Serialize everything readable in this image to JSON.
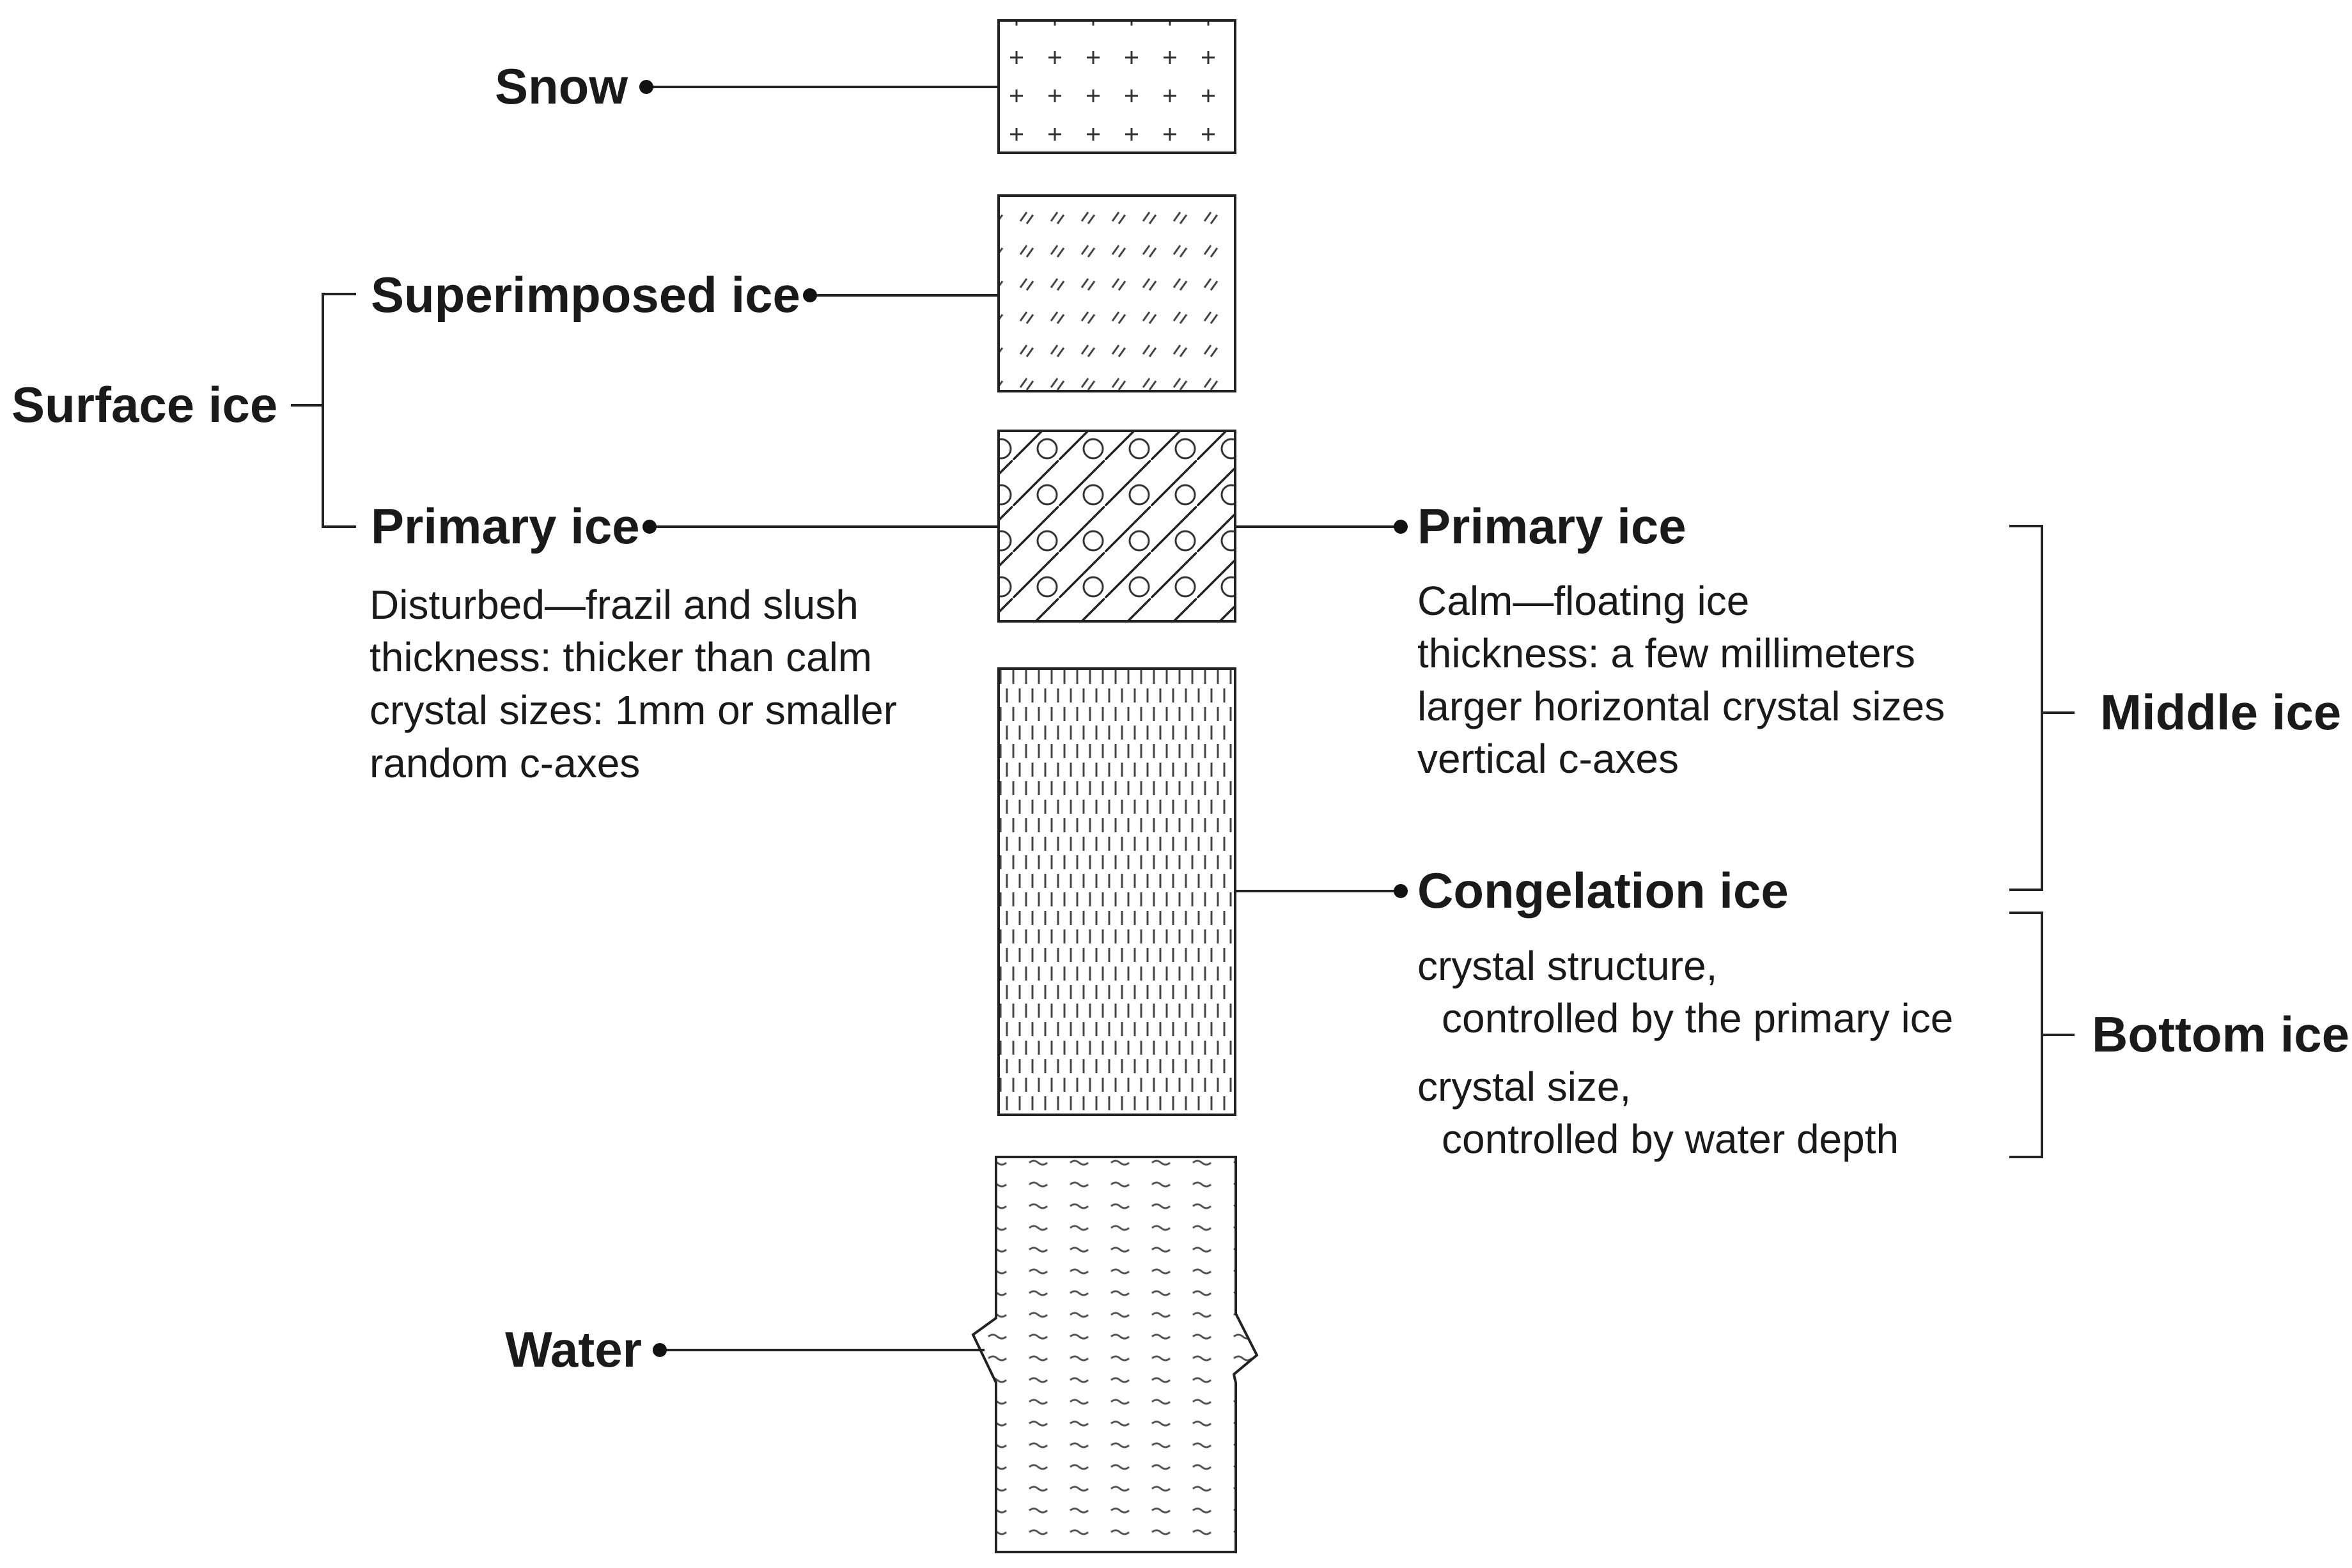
{
  "layers": {
    "snow": {
      "label": "Snow"
    },
    "superimposed": {
      "label": "Superimposed ice"
    },
    "primary_disturbed": {
      "label": "Primary ice",
      "lines": [
        "Disturbed—frazil and slush",
        "thickness: thicker than calm",
        "crystal sizes: 1mm or smaller",
        "random c-axes"
      ]
    },
    "primary_calm": {
      "label": "Primary ice",
      "lines": [
        "Calm—floating ice",
        "thickness: a few millimeters",
        "larger horizontal crystal sizes",
        "vertical c-axes"
      ]
    },
    "congelation": {
      "label": "Congelation ice",
      "lines": [
        "crystal structure,",
        "controlled by the primary ice",
        "crystal size,",
        "controlled by water depth"
      ]
    },
    "water": {
      "label": "Water"
    }
  },
  "groups": {
    "surface": "Surface ice",
    "middle": "Middle ice",
    "bottom": "Bottom ice"
  }
}
